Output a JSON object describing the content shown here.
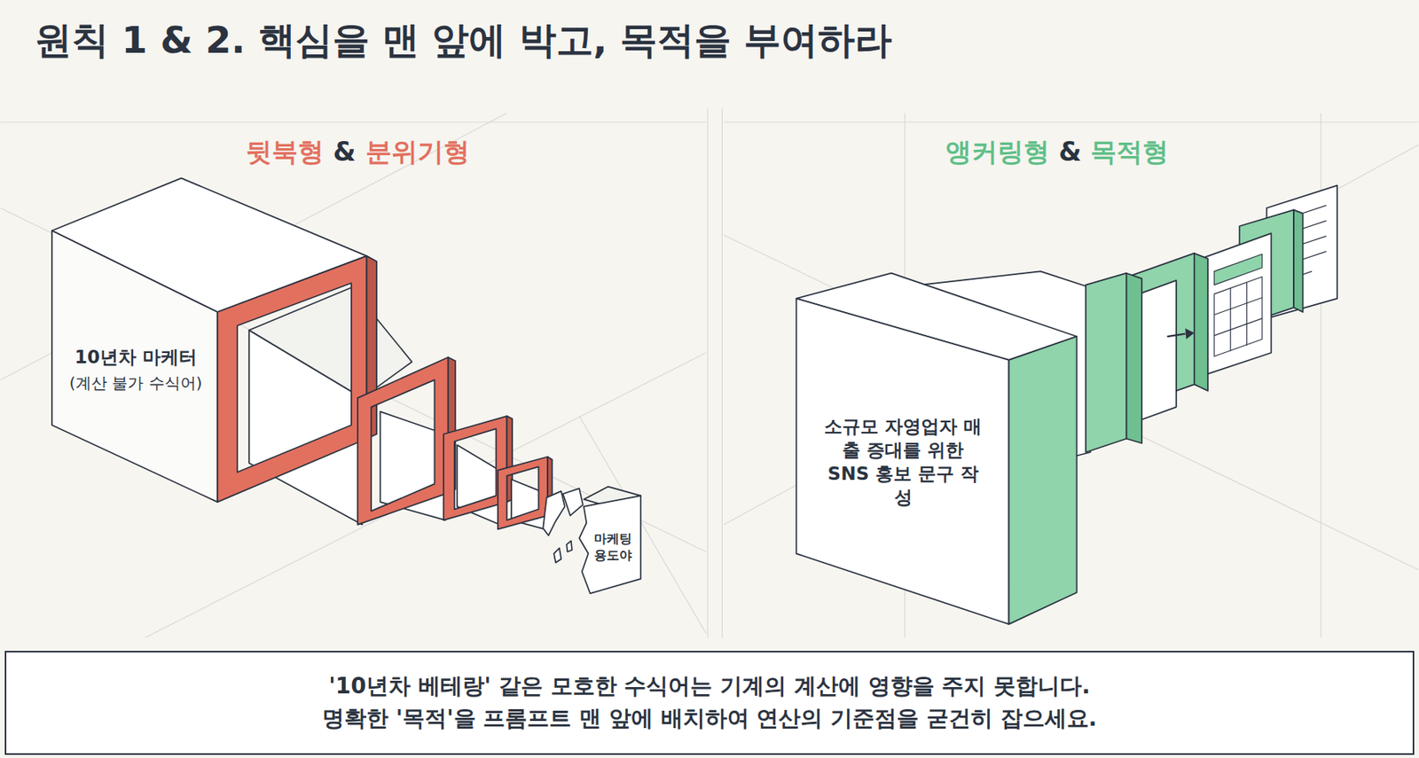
{
  "diagram": {
    "title": "원칙 1 & 2. 핵심을 맨 앞에 박고, 목적을 부여하라",
    "caption": "'10년차 베테랑' 같은 모호한 수식어는 기계의 계산에 영향을 주지 못합니다. 명확한 '목적'을 프롬프트 맨 앞에 배치하여 연산의 기준점을 굳건히 잡으세요.",
    "nodes": [
      {
        "text": [
          "10년차 마케터",
          "(계산 불가 수식어)"
        ]
      },
      {
        "text": [
          "마케팅 용도야"
        ]
      },
      {
        "text": [
          "소규모 자영업자 매출 증대를 위한 SNS 홍보 문구 작성"
        ]
      }
    ],
    "labels": [
      "뒷북형",
      "&",
      "분위기형",
      "앵커링형",
      "&",
      "목적형"
    ]
  }
}
